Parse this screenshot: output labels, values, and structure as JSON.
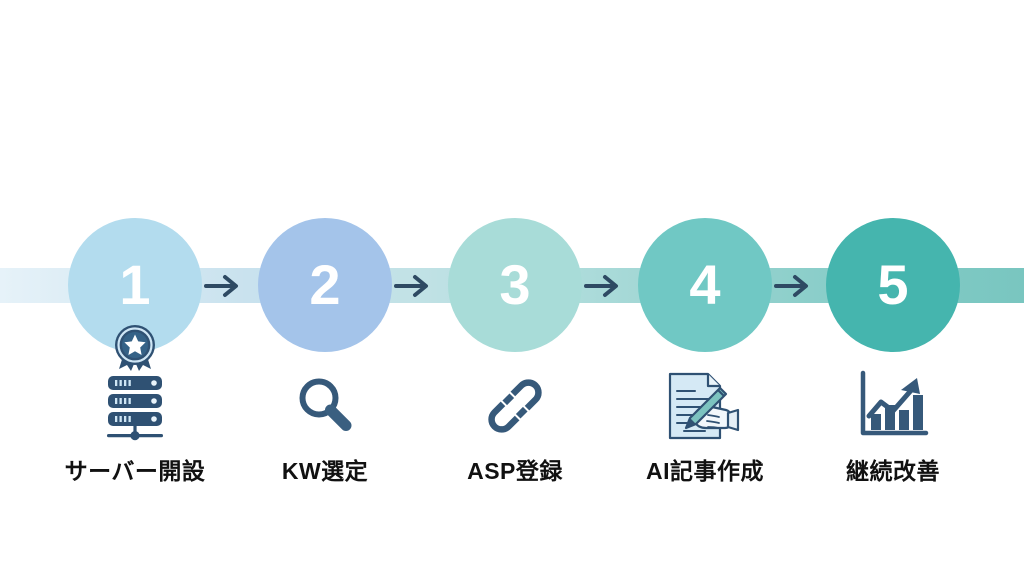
{
  "diagram": {
    "title": "",
    "type": "5-step horizontal process flow",
    "connector": {
      "name": "progress-band",
      "gradient_from": "#e6f2f9",
      "gradient_to": "#79c6c0"
    },
    "arrow_color": "#2e4a63",
    "icon_color": "#36597a",
    "label_color": "#111111",
    "number_color": "#ffffff",
    "arrows": [
      {
        "glyph": "→"
      },
      {
        "glyph": "→"
      },
      {
        "glyph": "→"
      },
      {
        "glyph": "→"
      }
    ],
    "steps": [
      {
        "number": "1",
        "label": "サーバー開設",
        "icon": "server-with-award-icon",
        "circle_color": "#b3dcee"
      },
      {
        "number": "2",
        "label": "KW選定",
        "icon": "magnifier-icon",
        "circle_color": "#a4c4ea"
      },
      {
        "number": "3",
        "label": "ASP登録",
        "icon": "chain-link-icon",
        "circle_color": "#a8dcd8"
      },
      {
        "number": "4",
        "label": "AI記事作成",
        "icon": "document-hand-pen-icon",
        "circle_color": "#70c8c4"
      },
      {
        "number": "5",
        "label": "継続改善",
        "icon": "growth-chart-icon",
        "circle_color": "#45b5ae"
      }
    ]
  }
}
